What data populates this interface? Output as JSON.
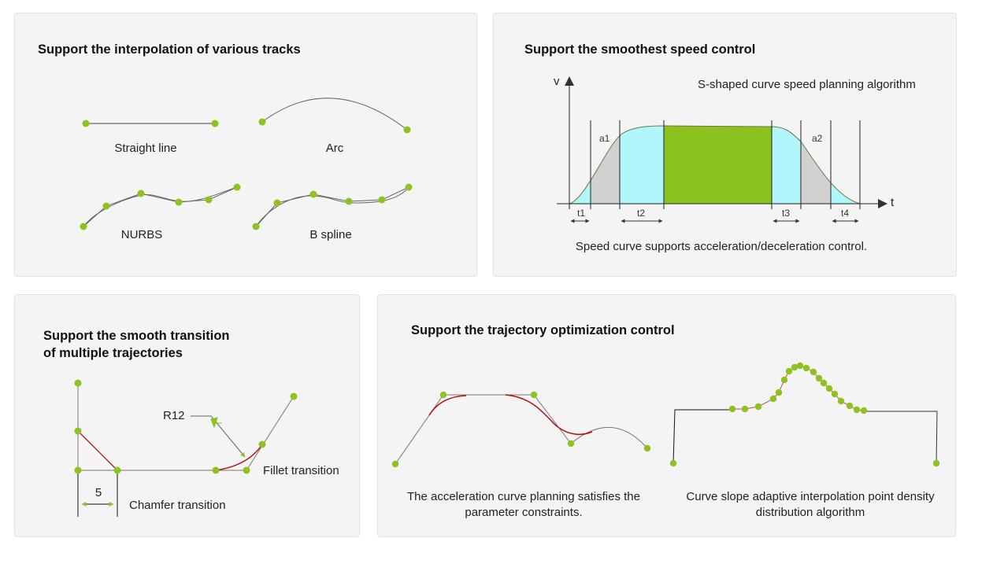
{
  "panels": [
    {
      "title": "Support the interpolation of various tracks",
      "labels": {
        "straight": "Straight line",
        "arc": "Arc",
        "nurbs": "NURBS",
        "bspline": "B spline"
      }
    },
    {
      "title": "Support the smoothest speed control",
      "subtitle": "S-shaped curve speed planning algorithm",
      "caption": "Speed curve supports acceleration/deceleration control.",
      "axis": {
        "v": "v",
        "t": "t"
      },
      "regions": {
        "a1": "a1",
        "a2": "a2"
      },
      "intervals": [
        "t1",
        "t2",
        "t3",
        "t4"
      ]
    },
    {
      "title_line1": "Support the smooth transition",
      "title_line2": "of multiple trajectories",
      "radius_label": "R12",
      "dimension": "5",
      "fillet": "Fillet transition",
      "chamfer": "Chamfer transition"
    },
    {
      "title": "Support the trajectory optimization control",
      "caption_left": "The acceleration curve planning satisfies the parameter constraints.",
      "caption_right": "Curve slope adaptive interpolation point density distribution algorithm"
    }
  ],
  "colors": {
    "dot": "#8dc21f",
    "cyan": "#b0f6fb",
    "green": "#8cc220",
    "gray": "#d1d1d1",
    "red": "#b80f0f"
  }
}
